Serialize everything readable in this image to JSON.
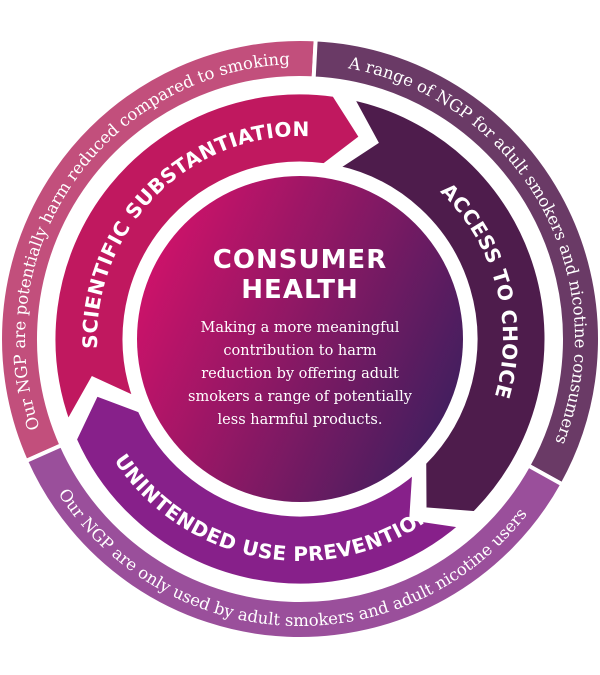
{
  "center": {
    "title_lines": [
      "CONSUMER",
      "HEALTH"
    ],
    "body_lines": [
      "Making a more meaningful",
      "contribution to harm",
      "reduction by offering adult",
      "smokers a range of potentially",
      "less harmful products."
    ]
  },
  "pillars": [
    {
      "label": "SCIENTIFIC SUBSTANTIATION",
      "color": "#c0185f"
    },
    {
      "label": "ACCESS TO CHOICE",
      "color": "#4e1c4c"
    },
    {
      "label": "UNINTENDED USE PREVENTION",
      "color": "#87208a"
    }
  ],
  "outcomes": [
    {
      "text": "Our NGP are potentially harm reduced compared to smoking",
      "color": "#c24f7c"
    },
    {
      "text": "A range of NGP for adult smokers and nicotine consumers",
      "color": "#6a3a66"
    },
    {
      "text": "Our NGP are only used by adult smokers and adult nicotine users",
      "color": "#9a4f9b"
    }
  ],
  "colors": {
    "center_start": "#d0126a",
    "center_end": "#3d1f5e"
  }
}
